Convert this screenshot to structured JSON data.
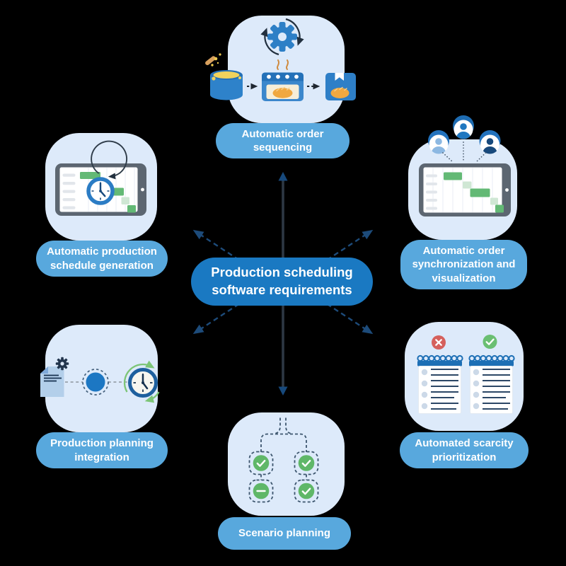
{
  "center": {
    "label": "Production scheduling\nsoftware requirements"
  },
  "nodes": [
    {
      "id": "automatic-order-sequencing",
      "position": "top-center",
      "label": "Automatic order\nsequencing",
      "icon": "baking-process-flow-icon"
    },
    {
      "id": "automatic-production-schedule-generation",
      "position": "top-left",
      "label": "Automatic production\nschedule generation",
      "icon": "tablet-gantt-clock-icon"
    },
    {
      "id": "automatic-order-synchronization-and-visualization",
      "position": "top-right",
      "label": "Automatic order\nsynchronization and\nvisualization",
      "icon": "users-tablet-gantt-icon"
    },
    {
      "id": "production-planning-integration",
      "position": "bottom-left",
      "label": "Production planning\nintegration",
      "icon": "document-gear-node-clock-icon"
    },
    {
      "id": "scenario-planning",
      "position": "bottom-center",
      "label": "Scenario planning",
      "icon": "decision-tree-checks-icon"
    },
    {
      "id": "automated-scarcity-prioritization",
      "position": "bottom-right",
      "label": "Automated scarcity\nprioritization",
      "icon": "checklists-cross-check-icon"
    }
  ],
  "glyphs": {
    "check": "✓",
    "minus": "−",
    "cross": "✕"
  },
  "colors": {
    "blob_bg": "#ddeafa",
    "label_pill_bg": "#58a8dd",
    "center_pill_bg": "#1a79c2",
    "label_text": "#ffffff",
    "connector_navy": "#1d4b7a",
    "stem_dark": "#2d3843",
    "green": "#5fb768",
    "light_green": "#cfe7d4",
    "red_badge": "#d5605c",
    "green_badge": "#6abf72",
    "blue_primary": "#2d7fc6",
    "navy": "#17497c",
    "bread_orange": "#f0a840",
    "oven_window_cream": "#f7eed8",
    "dough_yellow": "#f0d25c",
    "tablet_frame": "#5c6671"
  }
}
